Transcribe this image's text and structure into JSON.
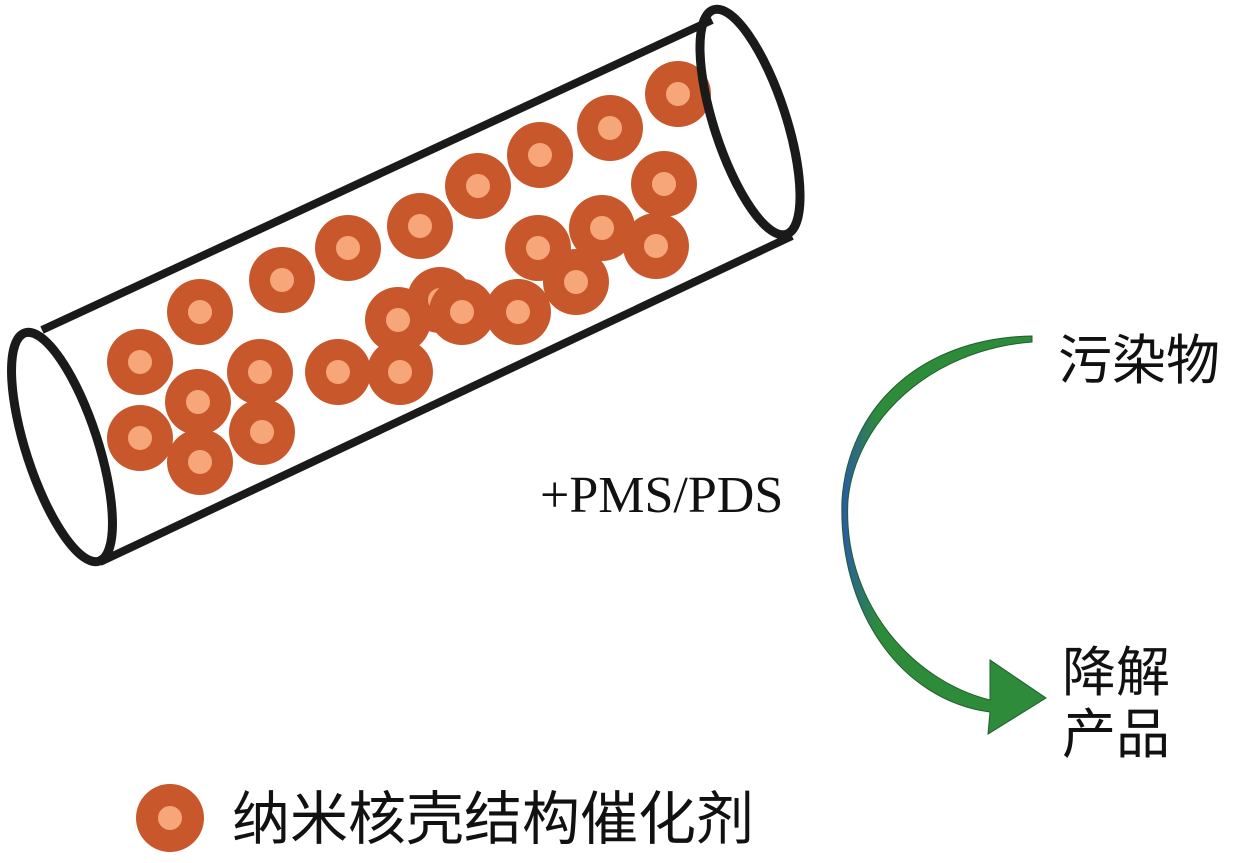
{
  "labels": {
    "pollutant": "污染物",
    "oxidant": "+PMS/PDS",
    "product_line1": "降解",
    "product_line2": "产品",
    "legend_catalyst": "纳米核壳结构催化剂"
  },
  "colors": {
    "particle_shell": "#c8582c",
    "particle_core": "#f7a67a",
    "tube_outline": "#1a1a1a",
    "arrow_fill": "#2e8b3a",
    "arrow_edge": "#2a5aa8"
  },
  "icons": {
    "reactor": "tube-reactor-icon",
    "particle": "core-shell-particle-icon",
    "arrow": "curved-arrow-icon"
  }
}
